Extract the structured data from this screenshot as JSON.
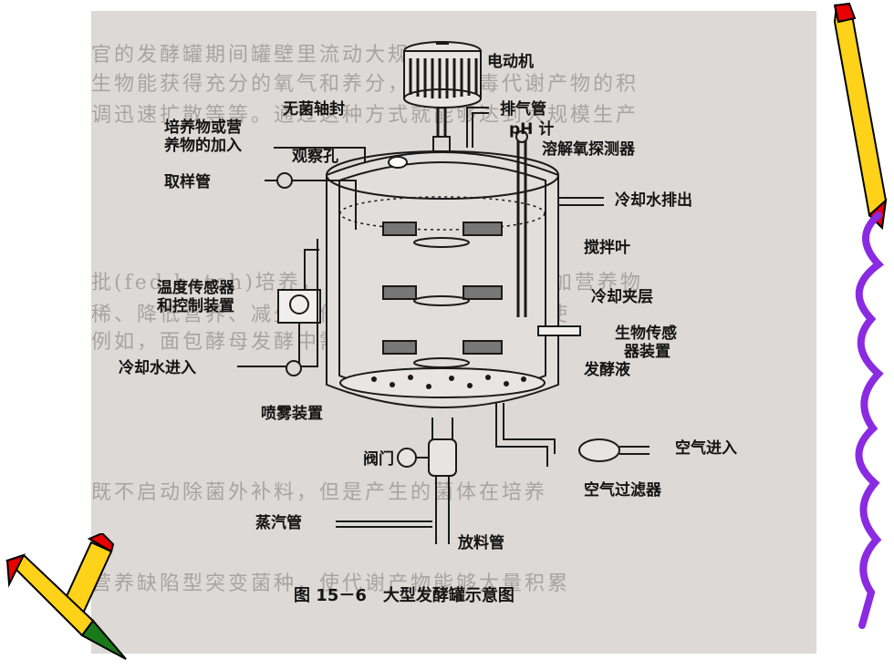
{
  "figure": {
    "caption": "图 15－6　大型发酵罐示意图",
    "labels": {
      "motor": "电动机",
      "sterile_seal": "无菌轴封",
      "exhaust_pipe": "排气管",
      "feed_inlet_line1": "培养物或营",
      "feed_inlet_line2": "养物的加入",
      "ph_meter": "pH 计",
      "observation_hole": "观察孔",
      "do_probe": "溶解氧探测器",
      "sampling_pipe": "取样管",
      "cooling_water_out": "冷却水排出",
      "impeller": "搅拌叶",
      "temp_sensor_line1": "温度传感器",
      "temp_sensor_line2": "和控制装置",
      "cooling_jacket": "冷却夹层",
      "bio_sensor_line1": "生物传感",
      "bio_sensor_line2": "器装置",
      "cooling_water_in": "冷却水进入",
      "fermentation_broth": "发酵液",
      "sprayer": "喷雾装置",
      "air_in": "空气进入",
      "valve": "阀门",
      "air_filter": "空气过滤器",
      "steam_pipe": "蒸汽管",
      "discharge_pipe": "放料管"
    },
    "bleed_through_text": [
      "官的发酵罐期间罐壁里流动大规模发",
      "生物能获得充分的氧气和养分，防止有毒代谢产物的积",
      "调迅速扩散等等。通过这种方式就能够达到大规模生产",
      "批(fed batch)培养，即在发酵过程中逐步添加营养物",
      "稀、降低营养、减少其他有毒代谢物等，以便使",
      "例如，面包酵母发酵中需要添加糖蜜",
      "既不启动除菌外补料，但是产生的菌体在培养",
      "营养缺陷型突变菌种，使代谢产物能够大量积累"
    ]
  },
  "decorations": {
    "right_pencil": "pencil-icon",
    "left_pencil": "pencil-icon",
    "squiggle_color": "#8a2be2",
    "pencil_body_color": "#ffd21a",
    "pencil_tip_color": "#e60000"
  }
}
